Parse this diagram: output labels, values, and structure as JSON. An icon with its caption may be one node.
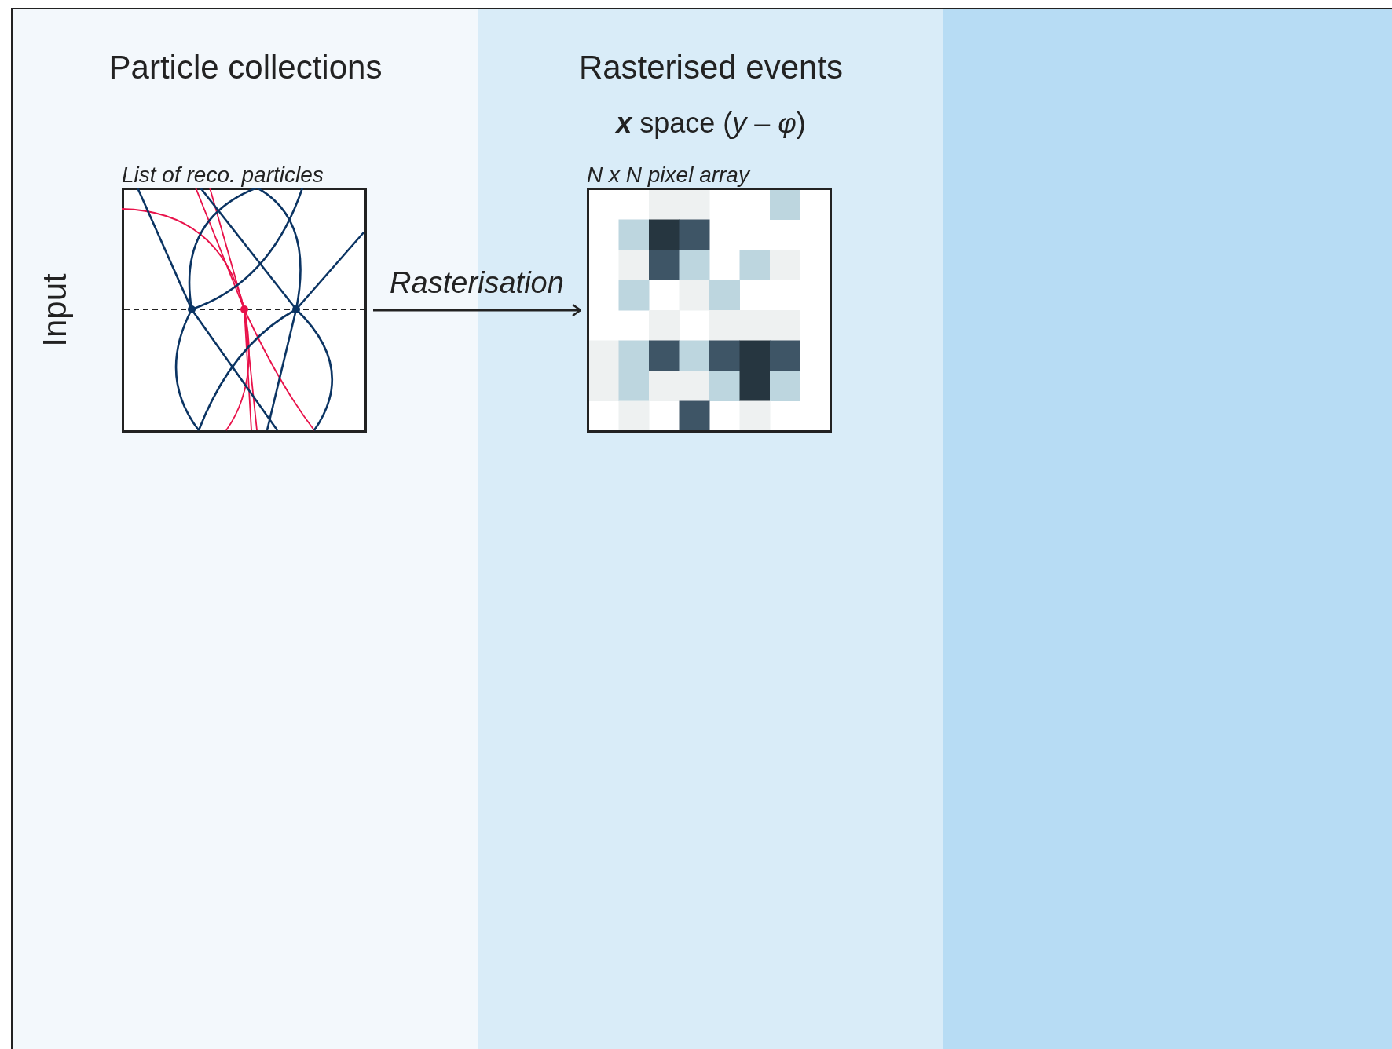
{
  "diagram": {
    "nodes": [
      {
        "text": [
          "Particle collections"
        ]
      },
      {
        "text": [
          "Rasterised events",
          "**x** space (*y* – *φ*)"
        ]
      },
      {
        "text": [],
        "shape": "box"
      },
      {
        "text": [
          "List of reco. particles"
        ],
        "in": 0
      },
      {
        "text": [
          "N x N pixel array"
        ],
        "in": 1
      }
    ],
    "edges": [
      {
        "from": 3,
        "to": 4,
        "arrow": "to",
        "label": "Rasterisation"
      }
    ],
    "labels": [
      "Input"
    ]
  }
}
